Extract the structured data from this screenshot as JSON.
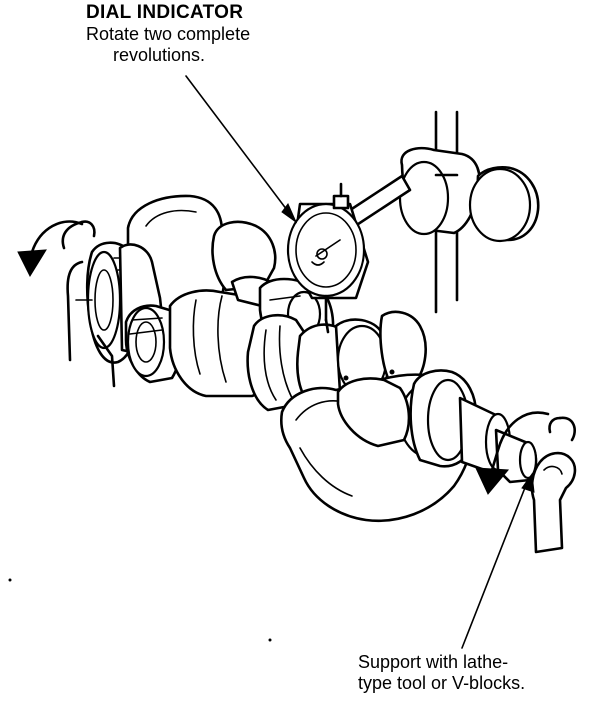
{
  "dial_callout": {
    "title": "DIAL INDICATOR",
    "line1": "Rotate two complete",
    "line2": "revolutions."
  },
  "support_callout": {
    "line1": "Support with lathe-",
    "line2": "type tool or V-blocks."
  }
}
